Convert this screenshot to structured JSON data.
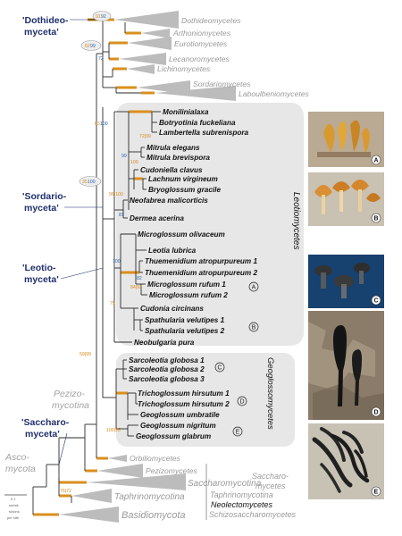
{
  "figure": {
    "major_labels": {
      "dothideo_line1": "'Dothideo-",
      "dothideo_line2": "myceta'",
      "sordario_line1": "'Sordario-",
      "sordario_line2": "myceta'",
      "leotio_line1": "'Leotio-",
      "leotio_line2": "myceta'",
      "pezizo_line1": "Pezizo-",
      "pezizo_line2": "mycotina",
      "saccharo_line1": "'Saccharo-",
      "saccharo_line2": "myceta'",
      "asco_line1": "Asco-",
      "asco_line2": "mycota"
    },
    "collapsed_clades": {
      "dothideomycetes": "Dothideomycetes",
      "arthoniomycetes": "Arthoniomycetes",
      "eurotiomycetes": "Eurotiomycetes",
      "lecanoromycetes": "Lecanoromycetes",
      "lichinomycetes": "Lichinomycetes",
      "sordariomycetes": "Sordariomycetes",
      "laboulbeniomycetes": "Laboulbeniomycetes",
      "orbiliomycetes": "Orbiliomycetes",
      "pezizomycetes": "Pezizomycetes",
      "saccharomycotina": "Saccharomycotina",
      "taphrinomycotina": "Taphrinomycotina",
      "basidiomycota": "Basidiomycota"
    },
    "taxa": {
      "t01": "Monilinialaxa",
      "t02": "Botryotinia fuckeliana",
      "t03": "Lambertella subrenispora",
      "t04": "Mitrula elegans",
      "t05": "Mitrula brevispora",
      "t06": "Cudoniella clavus",
      "t07": "Lachnum virgineum",
      "t08": "Bryoglossum gracile",
      "t09": "Neofabrea malicorticis",
      "t10": "Dermea acerina",
      "t11": "Microglossum olivaceum",
      "t12": "Leotia lubrica",
      "t13": "Thuemenidium atropurpureum 1",
      "t14": "Thuemenidium atropurpureum 2",
      "t15": "Microglossum rufum 1",
      "t16": "Microglossum rufum 2",
      "t17": "Cudonia circinans",
      "t18": "Spathularia velutipes 1",
      "t19": "Spathularia velutipes 2",
      "t20": "Neobulgaria pura",
      "t21": "Sarcoleotia globosa 1",
      "t22": "Sarcoleotia globosa 2",
      "t23": "Sarcoleotia globosa 3",
      "t24": "Trichoglossum hirsutum 1",
      "t25": "Trichoglossum hirsutum 2",
      "t26": "Geoglossum umbratile",
      "t27": "Geoglossum nigritum",
      "t28": "Geoglossum glabrum"
    },
    "group_labels": {
      "leotiomycetes": "Leotiomycetes",
      "geoglossomycetes": "Geoglossomycetes"
    },
    "circled_letters": {
      "a": "A",
      "b": "B",
      "c": "C",
      "d": "D",
      "e": "E"
    },
    "side_labels": {
      "saccharo_line1": "Saccharo-",
      "saccharo_line2": "mycetes",
      "taphrinomycotina": "Taphrinomycotina",
      "neolectomycetes": "Neolectomycetes",
      "schizosaccharomycetes": "Schizosaccharomycetes"
    },
    "supports": {
      "s_dothideo_o": "91",
      "s_dothideo_b": "92",
      "s_euro_o": "62",
      "s_euro_b": "99",
      "s_72": "72",
      "s_sordario_o": "35",
      "s_sordario_b": "100",
      "s_leotio_o": "63",
      "s_leotio_b": "100",
      "s_72_99": "72|99",
      "s_99": "99",
      "s_100": "100",
      "s_96": "96|100",
      "s_81": "81",
      "s_100b": "100",
      "s_82": "82",
      "s_84": "84|92",
      "s_75": "75",
      "s_5999": "59|99",
      "s_100c": "100|95",
      "s_76": "76|72"
    },
    "scale": {
      "line1": "0.1",
      "line2": "substi-",
      "line3": "tutions",
      "line4": "per site"
    },
    "photos": {
      "a": "A",
      "b": "B",
      "c": "C",
      "d": "D",
      "e": "E"
    },
    "colors": {
      "branch": "#2a2a2a",
      "highlight_branch": "#d98f1f",
      "grey_triangle": "#bcbcbc",
      "box_fill": "#e7e7e7",
      "major_text": "#1f2f6e",
      "support_orange": "#d98a1e",
      "support_blue": "#2d64b0"
    }
  }
}
